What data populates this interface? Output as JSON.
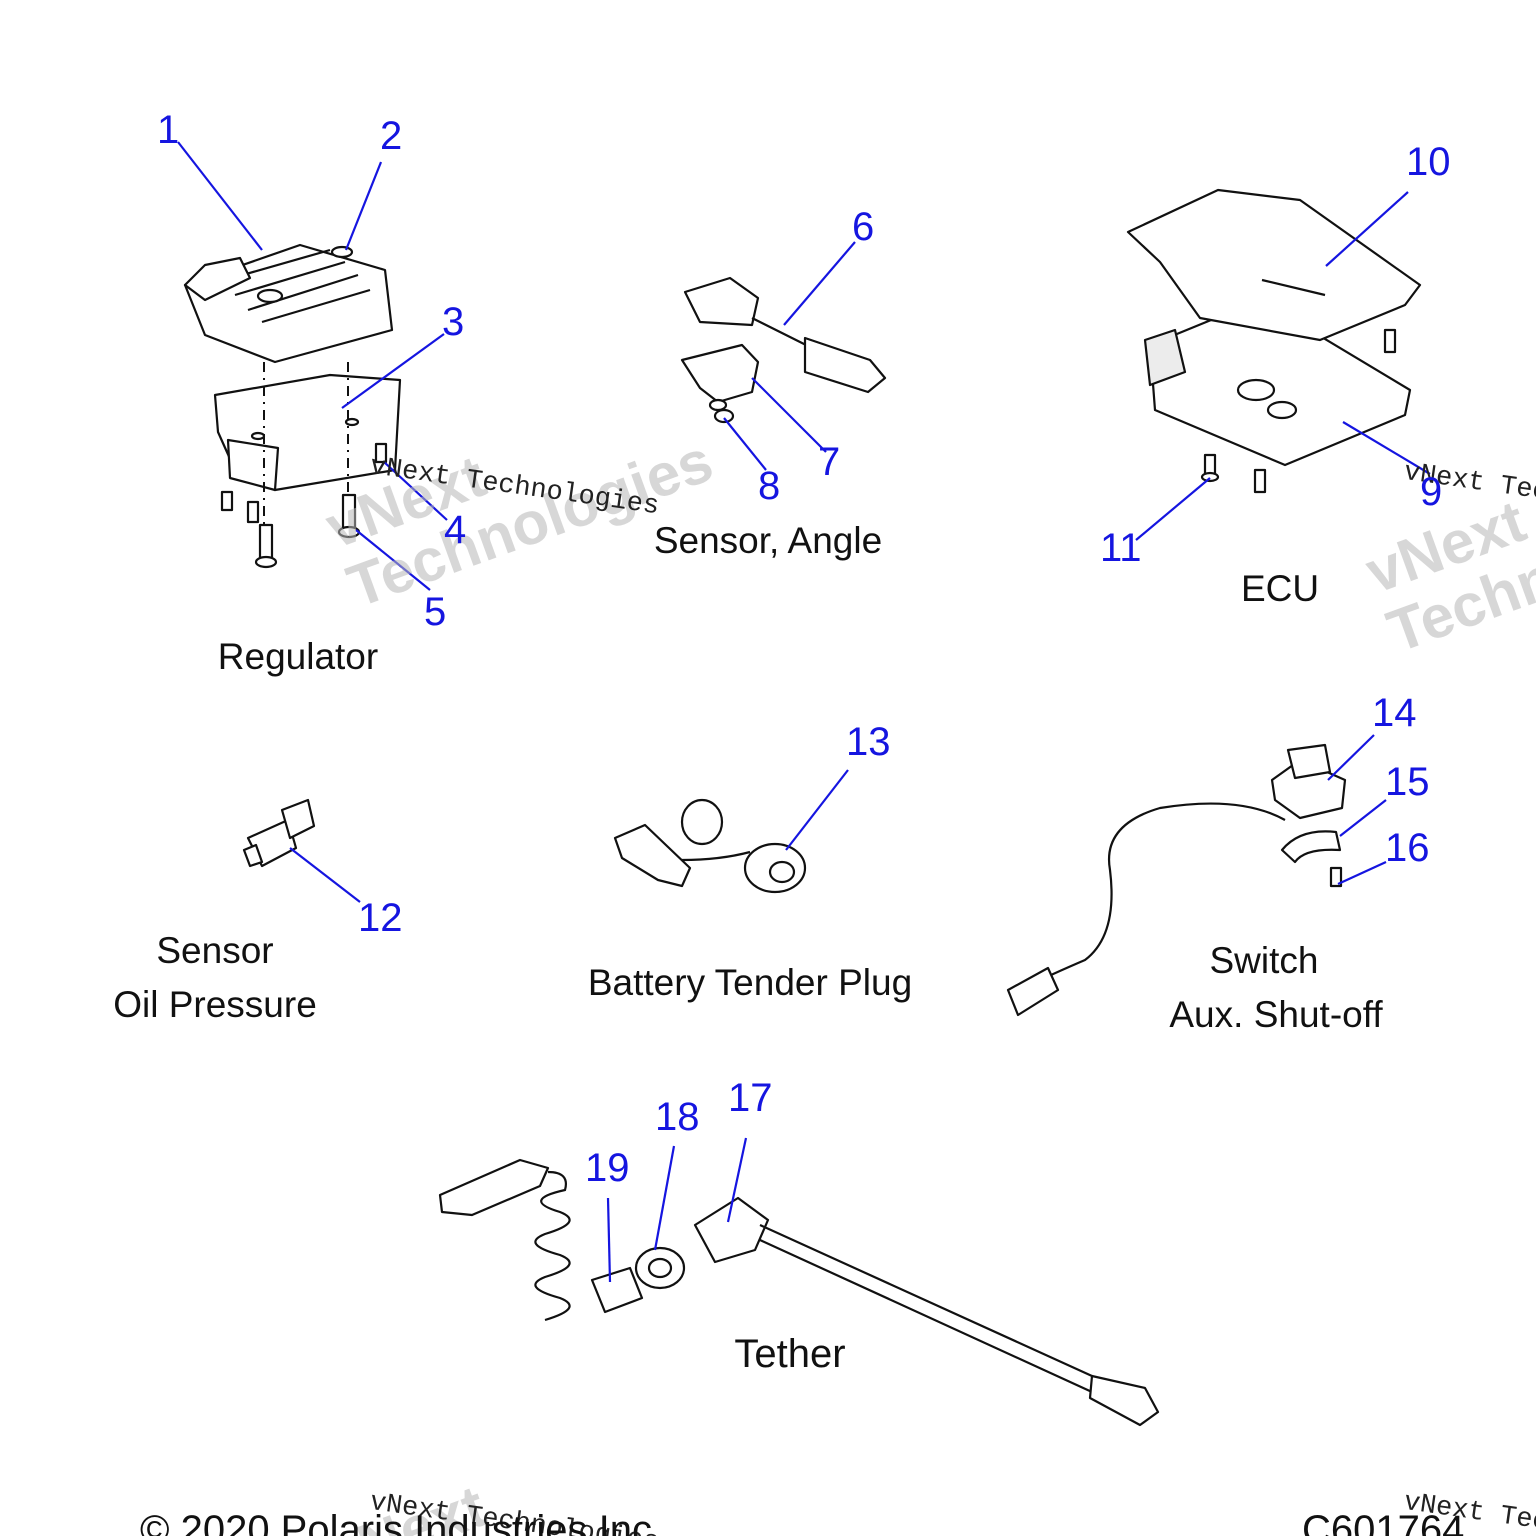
{
  "callouts": {
    "c1": "1",
    "c2": "2",
    "c3": "3",
    "c4": "4",
    "c5": "5",
    "c6": "6",
    "c7": "7",
    "c8": "8",
    "c9": "9",
    "c10": "10",
    "c11": "11",
    "c12": "12",
    "c13": "13",
    "c14": "14",
    "c15": "15",
    "c16": "16",
    "c17": "17",
    "c18": "18",
    "c19": "19"
  },
  "labels": {
    "regulator": "Regulator",
    "sensor_angle": "Sensor, Angle",
    "ecu": "ECU",
    "sensor_oil_line1": "Sensor",
    "sensor_oil_line2": "Oil Pressure",
    "battery_tender": "Battery Tender Plug",
    "switch_line1": "Switch",
    "switch_line2": "Aux. Shut-off",
    "tether": "Tether"
  },
  "watermark": {
    "line1": "vNext",
    "line2": "Technologies",
    "small": "vNext Technologies"
  },
  "footer": {
    "copyright": "© 2020 Polaris Industries Inc.",
    "code": "C601764"
  },
  "colors": {
    "callout": "#1515e0",
    "linework": "#111111",
    "watermark": "#b8b8b8"
  }
}
